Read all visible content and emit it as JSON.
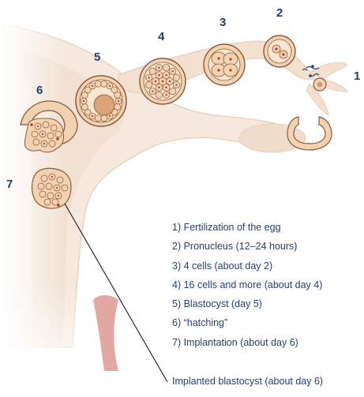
{
  "stage_numbers": {
    "n1": "1",
    "n2": "2",
    "n3": "3",
    "n4": "4",
    "n5": "5",
    "n6": "6",
    "n7": "7"
  },
  "legend": {
    "items": [
      "1) Fertilization of the egg",
      "2) Pronucleus (12–24 hours)",
      "3) 4 cells (about day 2)",
      "4) 16 cells and more (about day 4)",
      "5) Blastocyst (day 5)",
      "6)  “hatching”",
      "7) Implantation (about day 6)"
    ]
  },
  "caption": "Implanted blastocyst (about day 6)",
  "colors": {
    "tissue": "#f6e8dc",
    "tissue_edge": "#ead3bf",
    "cell_fill": "#f2d2b0",
    "cell_stroke": "#8a5a3c",
    "nucleus": "#b23b3b",
    "number_color": "#1f3f73",
    "text_color": "#27406f"
  }
}
